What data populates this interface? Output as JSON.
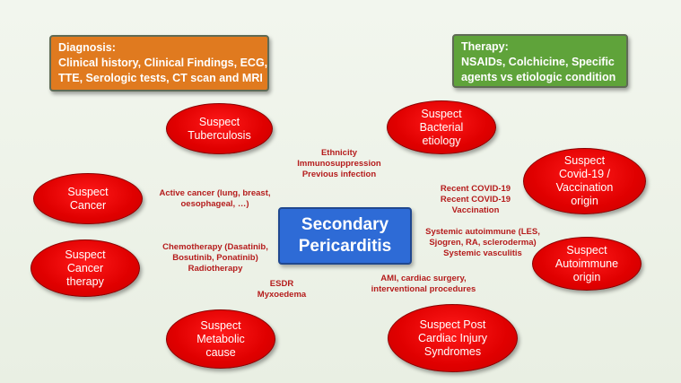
{
  "diagnosis": {
    "title": "Diagnosis:",
    "line1": "Clinical history, Clinical Findings, ECG,",
    "line2": "TTE, Serologic tests, CT scan and MRI"
  },
  "therapy": {
    "title": "Therapy:",
    "line1": "NSAIDs, Colchicine, Specific",
    "line2": "agents vs etiologic  condition"
  },
  "center": {
    "line1": "Secondary",
    "line2": "Pericarditis"
  },
  "nodes": {
    "tuberculosis": [
      "Suspect",
      "Tuberculosis"
    ],
    "bacterial": [
      "Suspect",
      "Bacterial",
      "etiology"
    ],
    "cancer": [
      "Suspect",
      "Cancer"
    ],
    "covid": [
      "Suspect",
      "Covid-19 /",
      "Vaccination",
      "origin"
    ],
    "cancer_therapy": [
      "Suspect",
      "Cancer",
      "therapy"
    ],
    "autoimmune": [
      "Suspect",
      "Autoimmune",
      "origin"
    ],
    "metabolic": [
      "Suspect",
      "Metabolic",
      "cause"
    ],
    "post_injury": [
      "Suspect Post",
      "Cardiac Injury",
      "Syndromes"
    ]
  },
  "labels": {
    "ethnicity": [
      "Ethnicity",
      "Immunosuppression",
      "Previous infection"
    ],
    "active_cancer": [
      "Active cancer (lung, breast,",
      "oesophageal, …)"
    ],
    "covid": [
      "Recent COVID-19",
      "Recent COVID-19",
      "Vaccination"
    ],
    "systemic": [
      "Systemic autoimmune (LES,",
      "Sjogren, RA, scleroderma)",
      "Systemic vasculitis"
    ],
    "chemo": [
      "Chemotherapy (Dasatinib,",
      "Bosutinib, Ponatinib)",
      "Radiotherapy"
    ],
    "esdr": [
      "ESDR",
      "Myxoedema"
    ],
    "ami": [
      "AMI, cardiac surgery,",
      "interventional procedures"
    ]
  },
  "colors": {
    "diagnosis_box": "#e07a1f",
    "therapy_box": "#5fa33a",
    "center_box": "#2e6bd6",
    "ellipse": "#e00000",
    "label_text": "#b51c1c",
    "background": "#eef3e9"
  }
}
